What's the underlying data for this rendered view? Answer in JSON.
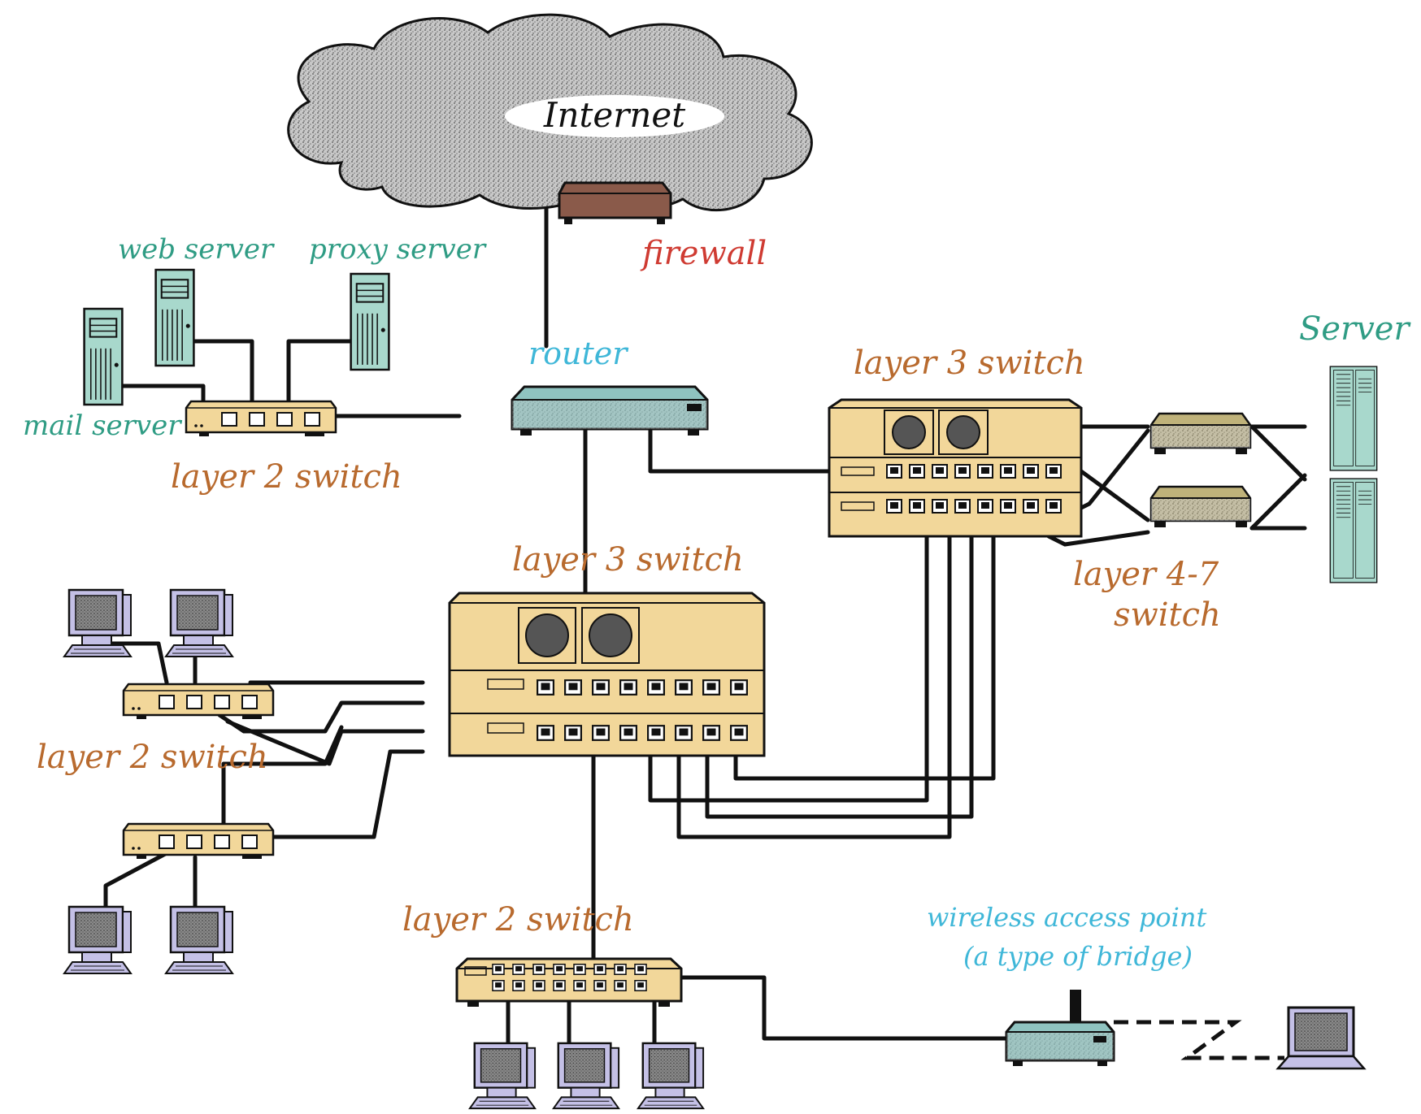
{
  "labels": {
    "internet": "Internet",
    "firewall": "firewall",
    "router": "router",
    "web_server": "web server",
    "proxy_server": "proxy server",
    "mail_server": "mail server",
    "l2_top": "layer 2 switch",
    "l3_right": "layer 3 switch",
    "server": "Server",
    "l47_line1": "layer 4-7",
    "l47_line2": "switch",
    "l3_center": "layer 3 switch",
    "l2_left": "layer 2 switch",
    "l2_bottom": "layer 2 switch",
    "wap_line1": "wireless access point",
    "wap_line2": "(a type of bridge)"
  },
  "colors": {
    "switch_body": "#f2d79a",
    "server_body": "#a8d8cc",
    "router_body": "#8fc3c0",
    "firewall_body": "#8a5a4a",
    "pc_body": "#c4c0e6",
    "cloud": "#bdbdbd",
    "cable": "#111111",
    "label_orange": "#b86a2e",
    "label_teal": "#2f9c84",
    "label_blue": "#3fb7d8",
    "label_red": "#cf3b32"
  },
  "icons": [
    "cloud-icon",
    "firewall-icon",
    "router-icon",
    "server-icon",
    "switch-icon",
    "pc-icon",
    "laptop-icon",
    "wireless-access-point-icon"
  ]
}
